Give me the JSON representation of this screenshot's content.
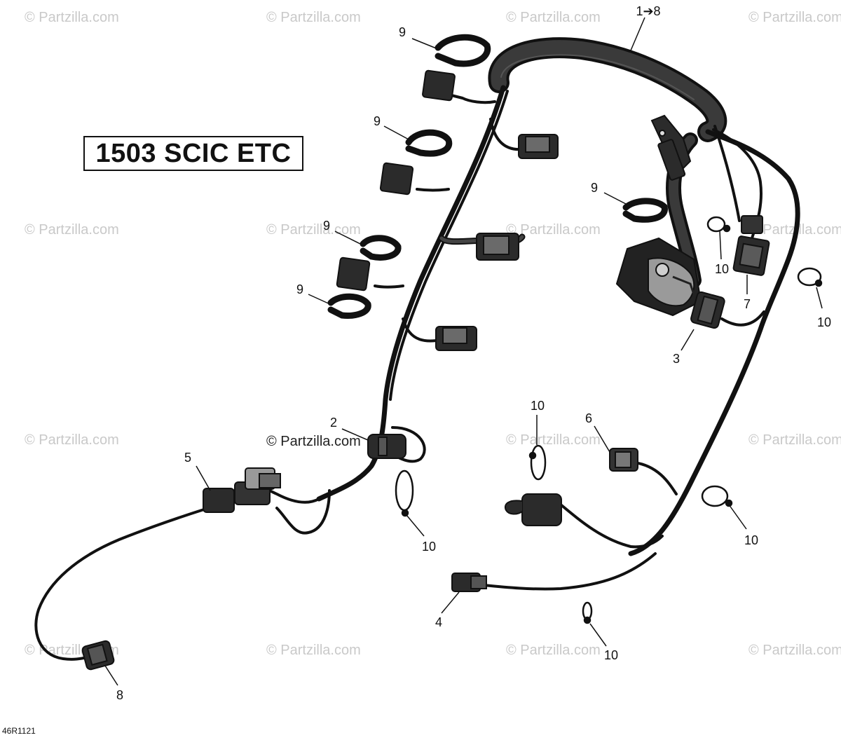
{
  "diagram": {
    "title": "1503 SCIC ETC",
    "reference_code": "46R1121",
    "watermark_text": "© Partzilla.com",
    "center_watermark_text": "© Partzilla.com",
    "callouts": [
      {
        "id": "c-1to8",
        "label": "1➔8"
      },
      {
        "id": "c-9a",
        "label": "9"
      },
      {
        "id": "c-9b",
        "label": "9"
      },
      {
        "id": "c-9c",
        "label": "9"
      },
      {
        "id": "c-9d",
        "label": "9"
      },
      {
        "id": "c-9e",
        "label": "9"
      },
      {
        "id": "c-10a",
        "label": "10"
      },
      {
        "id": "c-10b",
        "label": "10"
      },
      {
        "id": "c-10c",
        "label": "10"
      },
      {
        "id": "c-10d",
        "label": "10"
      },
      {
        "id": "c-10e",
        "label": "10"
      },
      {
        "id": "c-10f",
        "label": "10"
      },
      {
        "id": "c-7",
        "label": "7"
      },
      {
        "id": "c-3",
        "label": "3"
      },
      {
        "id": "c-2",
        "label": "2"
      },
      {
        "id": "c-5",
        "label": "5"
      },
      {
        "id": "c-6",
        "label": "6"
      },
      {
        "id": "c-4",
        "label": "4"
      },
      {
        "id": "c-8",
        "label": "8"
      }
    ]
  },
  "colors": {
    "ink": "#111111",
    "harness_fill": "#1a1a1a",
    "connector_fill": "#2b2b2b",
    "watermark": "#c9c9c9"
  }
}
